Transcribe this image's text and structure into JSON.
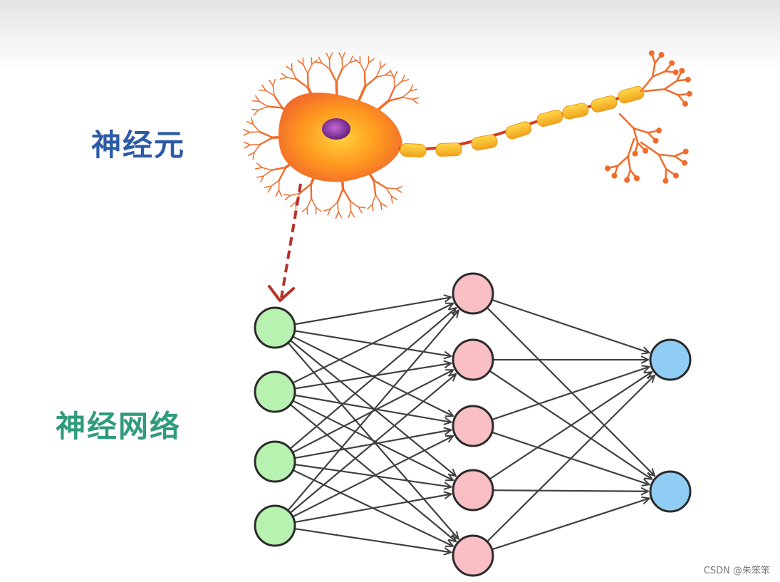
{
  "labels": {
    "neuron": "神经元",
    "network": "神经网络"
  },
  "watermark": "CSDN @朱笨笨",
  "network": {
    "layers": [
      {
        "nodes": 4,
        "fill": "#b8f2b0"
      },
      {
        "nodes": 5,
        "fill": "#f9bfc4"
      },
      {
        "nodes": 2,
        "fill": "#8fcdf4"
      }
    ],
    "connectivity": "fully-connected",
    "edge_color": "#404040"
  },
  "colors": {
    "neuron_body": "#f58220",
    "nucleus": "#7a2a8c",
    "myelin": "#f5b522",
    "dendrite": "#f26b2a",
    "dashed_arrow": "#b8322a"
  }
}
